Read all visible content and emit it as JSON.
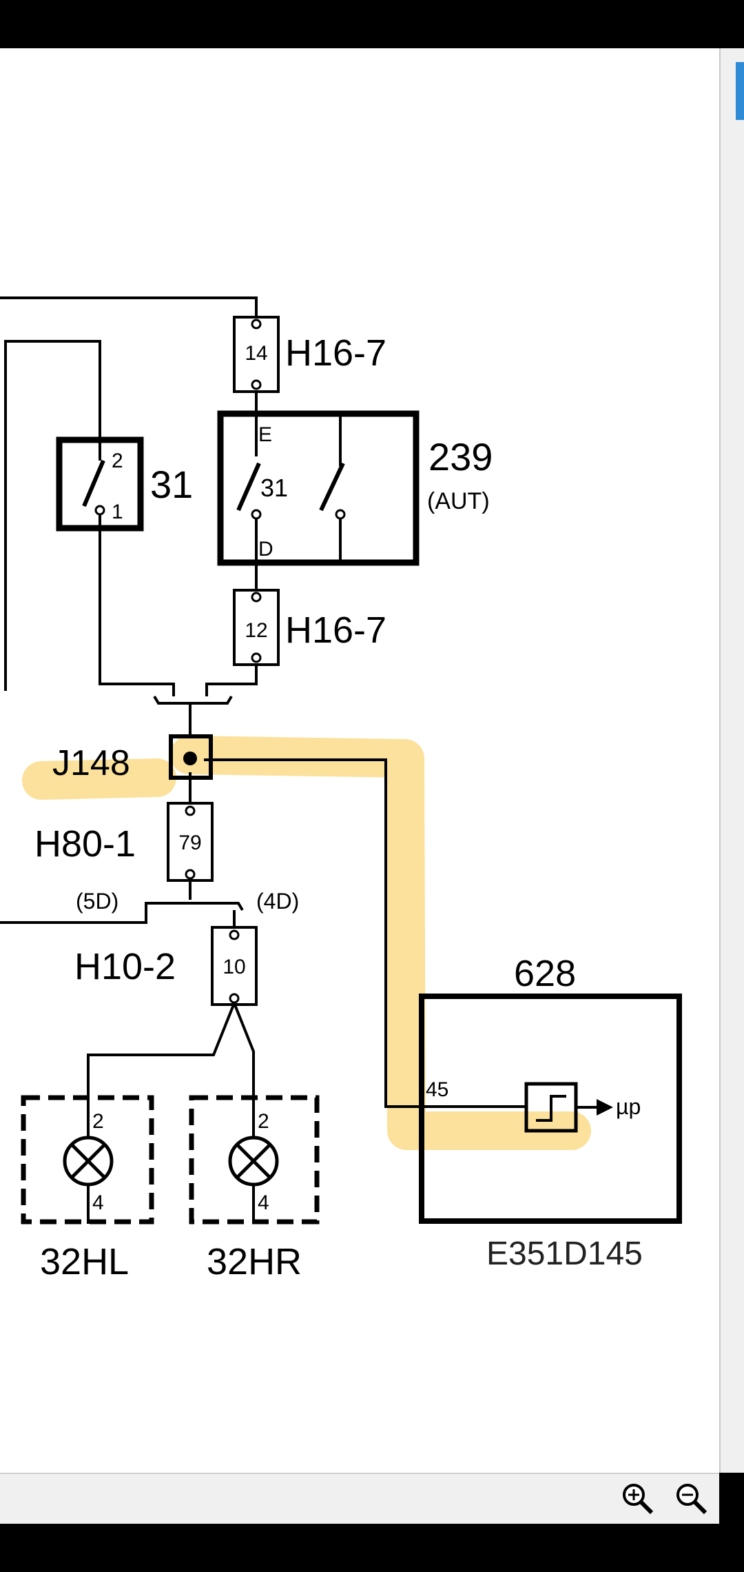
{
  "diagram": {
    "labels": {
      "connector_h16_top": "H16-7",
      "connector_h16_top_pin": "14",
      "connector_h16_bottom": "H16-7",
      "connector_h16_bottom_pin": "12",
      "component_239": "239",
      "component_239_sub": "(AUT)",
      "switch_239_pin_e": "E",
      "switch_239_pin_d": "D",
      "switch_239_num": "31",
      "component_31": "31",
      "switch_31_pin_2": "2",
      "switch_31_pin_1": "1",
      "junction": "J148",
      "connector_h80": "H80-1",
      "connector_h80_pin": "79",
      "variant_5d": "(5D)",
      "variant_4d": "(4D)",
      "connector_h10": "H10-2",
      "connector_h10_pin": "10",
      "lamp_left": "32HL",
      "lamp_right": "32HR",
      "lamp_pin_top": "2",
      "lamp_pin_bottom": "4",
      "module_628": "628",
      "module_pin": "45",
      "module_signal": "µp",
      "diagram_code": "E351D145"
    },
    "highlight_color": "#f7c948",
    "wire_color": "#000000"
  },
  "toolbar": {
    "zoom_in_icon": "zoom-in-icon",
    "zoom_out_icon": "zoom-out-icon"
  }
}
